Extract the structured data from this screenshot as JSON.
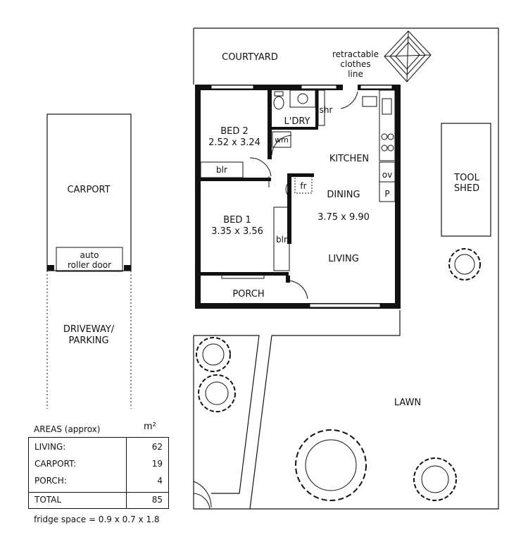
{
  "labels": {
    "courtyard": "COURTYARD",
    "clothes_line_1": "retractable",
    "clothes_line_2": "clothes",
    "clothes_line_3": "line",
    "carport": "CARPORT",
    "roller_door_1": "auto",
    "roller_door_2": "roller door",
    "driveway_1": "DRIVEWAY/",
    "driveway_2": "PARKING",
    "bed2": "BED 2",
    "bed2_dim": "2.52 x 3.24",
    "bed1": "BED 1",
    "bed1_dim": "3.35 x 3.56",
    "ldry": "L'DRY",
    "shr": "shr",
    "wm": "wm",
    "blr": "blr",
    "kitchen": "KITCHEN",
    "dining": "DINING",
    "dining_dim": "3.75 x 9.90",
    "living": "LIVING",
    "fr": "fr",
    "ov": "ov",
    "p": "P",
    "porch": "PORCH",
    "tool_shed_1": "TOOL",
    "tool_shed_2": "SHED",
    "lawn": "LAWN"
  },
  "areas": {
    "title": "AREAS (approx)",
    "unit": "m²",
    "rows": [
      {
        "name": "LIVING:",
        "value": "62"
      },
      {
        "name": "CARPORT:",
        "value": "19"
      },
      {
        "name": "PORCH:",
        "value": "4"
      }
    ],
    "total": {
      "name": "TOTAL",
      "value": "85"
    }
  },
  "note": "fridge space = 0.9 x 0.7 x 1.8"
}
